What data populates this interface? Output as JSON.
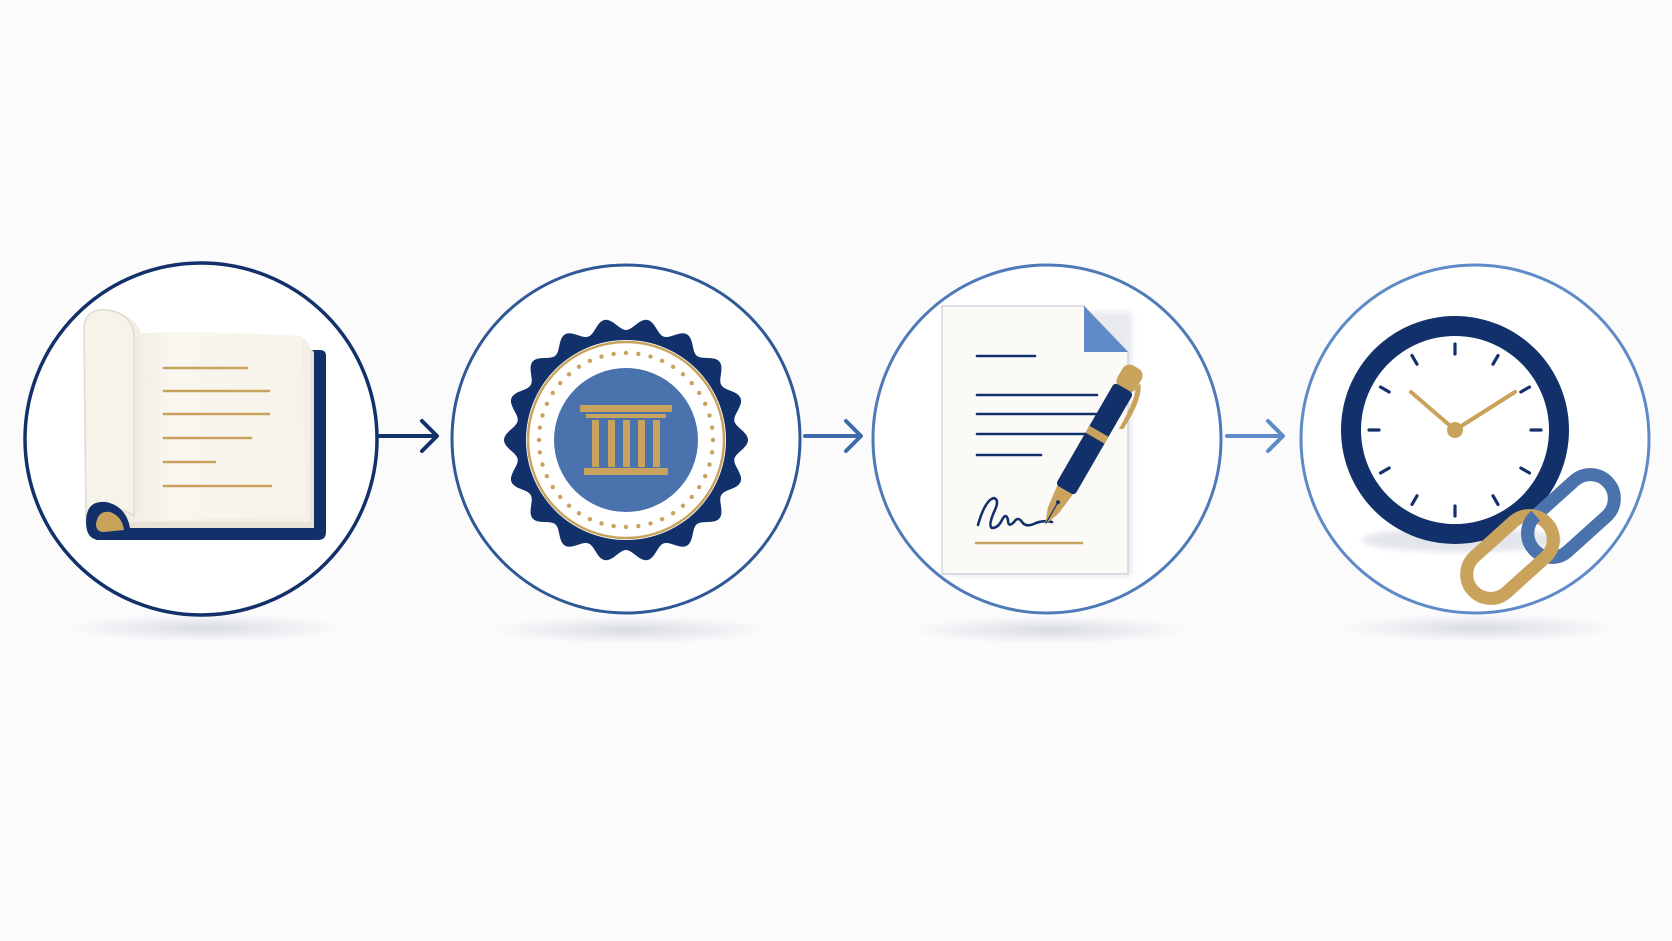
{
  "diagram": {
    "type": "process-flow",
    "steps": [
      {
        "icon": "open-book-icon",
        "ring_color": "#12316b"
      },
      {
        "icon": "government-seal-icon",
        "ring_color": "#2f5996"
      },
      {
        "icon": "signed-document-icon",
        "ring_color": "#4f7ab8"
      },
      {
        "icon": "clock-chain-icon",
        "ring_color": "#5e8bc7"
      }
    ],
    "connectors": [
      {
        "from": 0,
        "to": 1,
        "color": "#12316b"
      },
      {
        "from": 1,
        "to": 2,
        "color": "#3f6aab"
      },
      {
        "from": 2,
        "to": 3,
        "color": "#5e8bc7"
      }
    ]
  },
  "colors": {
    "navy": "#12316b",
    "blue": "#4a72ad",
    "light_blue": "#5e8bc7",
    "gold": "#c9a35c",
    "paper": "#f7f4ec",
    "background": "#fbfbfc"
  }
}
